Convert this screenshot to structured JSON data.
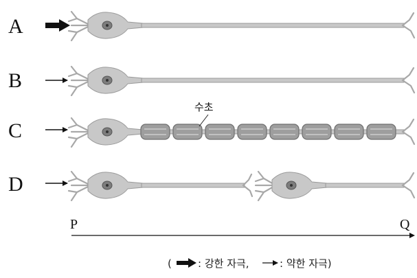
{
  "rows": [
    {
      "label": "A",
      "stimulus": "strong"
    },
    {
      "label": "B",
      "stimulus": "weak"
    },
    {
      "label": "C",
      "stimulus": "weak"
    },
    {
      "label": "D",
      "stimulus": "weak"
    }
  ],
  "myelin_label": "수초",
  "axis": {
    "start": "P",
    "end": "Q"
  },
  "legend": {
    "open": "(",
    "strong_text": ": 강한 자극,",
    "weak_text": ": 약한 자극)"
  },
  "colors": {
    "neuron": "#c8c8c8",
    "myelin": "#9e9e9e",
    "arrow": "#111111"
  }
}
